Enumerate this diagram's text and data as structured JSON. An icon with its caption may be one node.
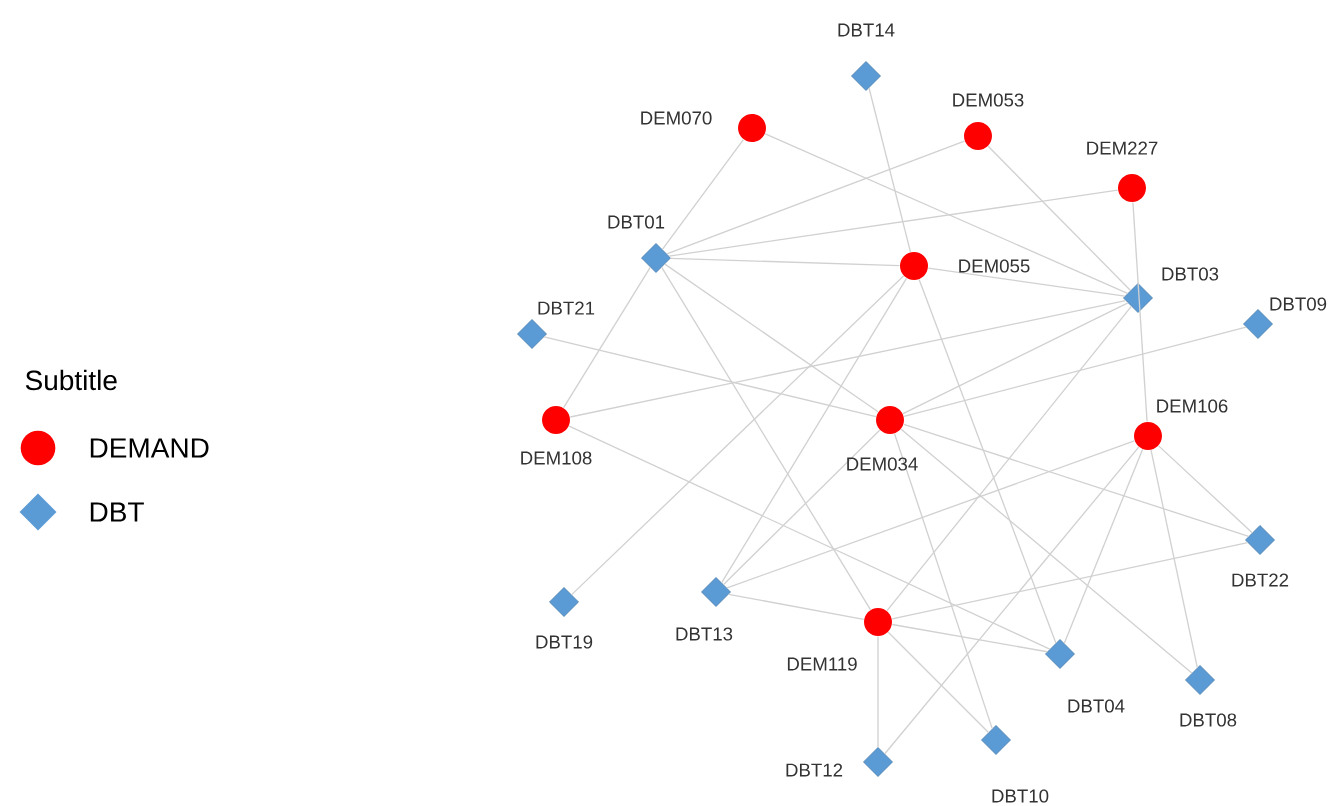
{
  "diagram": {
    "nodes": [
      {
        "text": [],
        "shape": "diamond",
        "beside": [
          "DBT14"
        ]
      },
      {
        "text": [],
        "shape": "circle",
        "beside": [
          "DEM070"
        ]
      },
      {
        "text": [],
        "shape": "circle",
        "beside": [
          "DEM053"
        ]
      },
      {
        "text": [],
        "shape": "circle",
        "beside": [
          "DEM227"
        ]
      },
      {
        "text": [],
        "shape": "diamond",
        "beside": [
          "DBT01"
        ]
      },
      {
        "text": [],
        "shape": "circle",
        "beside": [
          "DEM055"
        ]
      },
      {
        "text": [],
        "shape": "diamond",
        "beside": [
          "DBT03"
        ]
      },
      {
        "text": [],
        "shape": "diamond",
        "beside": [
          "DBT21"
        ]
      },
      {
        "text": [],
        "shape": "diamond",
        "beside": [
          "DBT09"
        ]
      },
      {
        "text": [],
        "shape": "circle",
        "beside": [
          "DEM108"
        ]
      },
      {
        "text": [],
        "shape": "circle",
        "beside": [
          "DEM034"
        ]
      },
      {
        "text": [],
        "shape": "circle",
        "beside": [
          "DEM106"
        ]
      },
      {
        "text": [],
        "shape": "diamond",
        "beside": [
          "DBT22"
        ]
      },
      {
        "text": [],
        "shape": "diamond",
        "beside": [
          "DBT19"
        ]
      },
      {
        "text": [],
        "shape": "diamond",
        "beside": [
          "DBT13"
        ]
      },
      {
        "text": [],
        "shape": "circle",
        "beside": [
          "DEM119"
        ]
      },
      {
        "text": [],
        "shape": "diamond",
        "beside": [
          "DBT04"
        ]
      },
      {
        "text": [],
        "shape": "diamond",
        "beside": [
          "DBT08"
        ]
      },
      {
        "text": [],
        "shape": "diamond",
        "beside": [
          "DBT12"
        ]
      },
      {
        "text": [],
        "shape": "diamond",
        "beside": [
          "DBT10"
        ]
      }
    ],
    "edges": [
      {
        "from": 1,
        "to": 4,
        "arrow": "none"
      },
      {
        "from": 1,
        "to": 6,
        "arrow": "none"
      },
      {
        "from": 2,
        "to": 4,
        "arrow": "none"
      },
      {
        "from": 2,
        "to": 6,
        "arrow": "none"
      },
      {
        "from": 3,
        "to": 4,
        "arrow": "none"
      },
      {
        "from": 3,
        "to": 11,
        "arrow": "none"
      },
      {
        "from": 0,
        "to": 5,
        "arrow": "none"
      },
      {
        "from": 4,
        "to": 5,
        "arrow": "none"
      },
      {
        "from": 5,
        "to": 6,
        "arrow": "none"
      },
      {
        "from": 9,
        "to": 4,
        "arrow": "none"
      },
      {
        "from": 4,
        "to": 15,
        "arrow": "none"
      },
      {
        "from": 4,
        "to": 10,
        "arrow": "none"
      },
      {
        "from": 7,
        "to": 10,
        "arrow": "none"
      },
      {
        "from": 9,
        "to": 6,
        "arrow": "none"
      },
      {
        "from": 9,
        "to": 16,
        "arrow": "none"
      },
      {
        "from": 10,
        "to": 8,
        "arrow": "none"
      },
      {
        "from": 10,
        "to": 6,
        "arrow": "none"
      },
      {
        "from": 10,
        "to": 12,
        "arrow": "none"
      },
      {
        "from": 10,
        "to": 17,
        "arrow": "none"
      },
      {
        "from": 10,
        "to": 19,
        "arrow": "none"
      },
      {
        "from": 10,
        "to": 14,
        "arrow": "none"
      },
      {
        "from": 5,
        "to": 13,
        "arrow": "none"
      },
      {
        "from": 5,
        "to": 16,
        "arrow": "none"
      },
      {
        "from": 5,
        "to": 14,
        "arrow": "none"
      },
      {
        "from": 15,
        "to": 14,
        "arrow": "none"
      },
      {
        "from": 15,
        "to": 18,
        "arrow": "none"
      },
      {
        "from": 15,
        "to": 19,
        "arrow": "none"
      },
      {
        "from": 15,
        "to": 16,
        "arrow": "none"
      },
      {
        "from": 15,
        "to": 12,
        "arrow": "none"
      },
      {
        "from": 15,
        "to": 6,
        "arrow": "none"
      },
      {
        "from": 11,
        "to": 14,
        "arrow": "none"
      },
      {
        "from": 11,
        "to": 12,
        "arrow": "none"
      },
      {
        "from": 11,
        "to": 17,
        "arrow": "none"
      },
      {
        "from": 11,
        "to": 16,
        "arrow": "none"
      },
      {
        "from": 11,
        "to": 18,
        "arrow": "none"
      }
    ],
    "labels": [
      "Subtitle"
    ],
    "legend": [
      {
        "text": "DEMAND",
        "color": "#ff0000"
      },
      {
        "text": "DBT",
        "color": "#5b9bd5"
      }
    ]
  }
}
